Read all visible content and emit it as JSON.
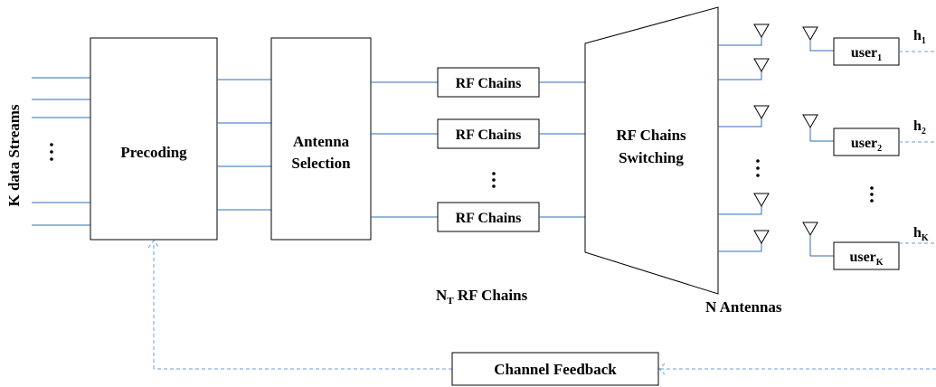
{
  "labels": {
    "k_streams": "K data Streams",
    "precoding": "Precoding",
    "antenna_selection_1": "Antenna",
    "antenna_selection_2": "Selection",
    "rf_chain": "RF Chains",
    "rf_chains_count_prefix": "N",
    "rf_chains_count_sub": "T",
    "rf_chains_count_suffix": " RF Chains",
    "switching_1": "RF Chains",
    "switching_2": "Switching",
    "n_antennas": "N Antennas",
    "user_prefix": "user",
    "h_prefix": "h",
    "channel_feedback": "Channel Feedback"
  },
  "rf_chain_blocks": [
    "RF Chains",
    "RF Chains",
    "RF Chains"
  ],
  "users": [
    {
      "name": "user",
      "sub": "1",
      "h": "h",
      "h_sub": "1"
    },
    {
      "name": "user",
      "sub": "2",
      "h": "h",
      "h_sub": "2"
    },
    {
      "name": "user",
      "sub": "K",
      "h": "h",
      "h_sub": "K"
    }
  ],
  "colors": {
    "wire": "#2e6cb8",
    "feedback": "#6a9fd8"
  }
}
